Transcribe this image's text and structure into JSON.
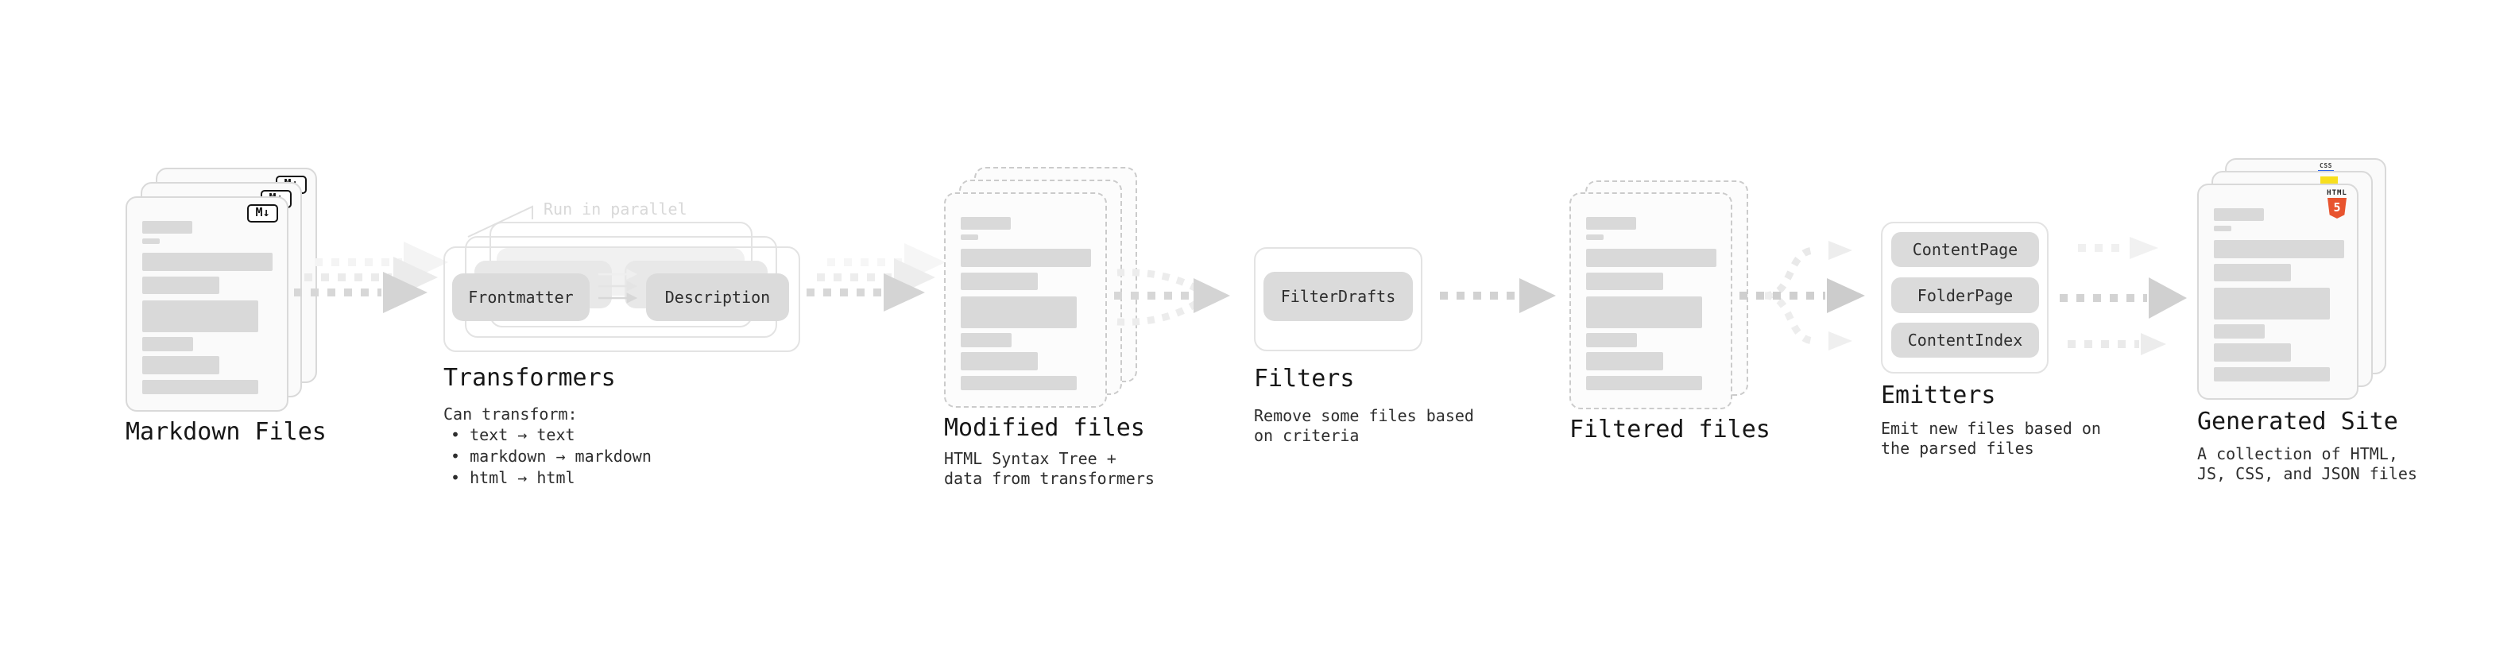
{
  "markdown": {
    "label": "Markdown Files",
    "badge": "M↓"
  },
  "transformers": {
    "heading": "Transformers",
    "note": "Run in parallel",
    "pills": {
      "frontmatter": "Frontmatter",
      "description": "Description"
    },
    "desc_title": "Can transform:",
    "desc_items": [
      "• text → text",
      "• markdown → markdown",
      "• html → html"
    ]
  },
  "modified": {
    "heading": "Modified files",
    "desc": [
      "HTML Syntax Tree +",
      "data from transformers"
    ]
  },
  "filters": {
    "heading": "Filters",
    "pill": "FilterDrafts",
    "desc": [
      "Remove some files based",
      "on criteria"
    ]
  },
  "filtered": {
    "heading": "Filtered files"
  },
  "emitters": {
    "heading": "Emitters",
    "pills": [
      "ContentPage",
      "FolderPage",
      "ContentIndex"
    ],
    "desc": [
      "Emit new files based on",
      "the parsed files"
    ]
  },
  "generated": {
    "heading": "Generated Site",
    "desc": [
      "A collection of HTML,",
      "JS, CSS, and JSON files"
    ],
    "badges": {
      "css": "CSS",
      "html_label": "HTML",
      "html_number": "5"
    }
  },
  "colors": {
    "html5_orange": "#e8542f",
    "js_yellow": "#f7df1e",
    "css_blue": "#2965f1",
    "skeleton_bar": "#d9d9d9",
    "pill_gray": "#dbdbdb",
    "arrow_gray": "#d4d4d4"
  }
}
